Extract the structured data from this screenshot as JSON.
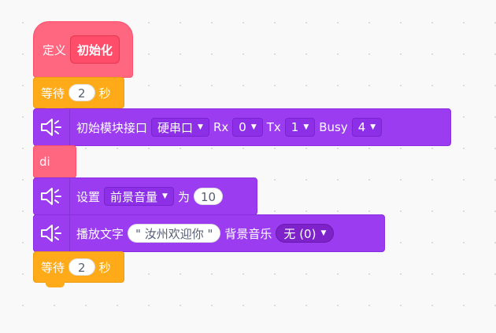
{
  "define_block": {
    "keyword": "定义",
    "proc_name": "初始化"
  },
  "wait1": {
    "label": "等待",
    "value": "2",
    "unit": "秒"
  },
  "init_block": {
    "icon": "speaker-icon",
    "label": "初始模块接口",
    "port": "硬串口",
    "rx_label": "Rx",
    "rx_value": "0",
    "tx_label": "Tx",
    "tx_value": "1",
    "busy_label": "Busy",
    "busy_value": "4"
  },
  "di_block": {
    "label": "di"
  },
  "set_block": {
    "icon": "speaker-icon",
    "label": "设置",
    "param": "前景音量",
    "to_label": "为",
    "value": "10"
  },
  "play_block": {
    "icon": "speaker-icon",
    "label": "播放文字",
    "quote": "\"",
    "text": "汝州欢迎你",
    "bg_label": "背景音乐",
    "bg_value": "无 (0)"
  },
  "wait2": {
    "label": "等待",
    "value": "2",
    "unit": "秒"
  },
  "colors": {
    "canvas": "#f9f9f9",
    "custom_block": "#ff6680",
    "control_block": "#ffab19",
    "extension_block": "#9b3cf0"
  }
}
